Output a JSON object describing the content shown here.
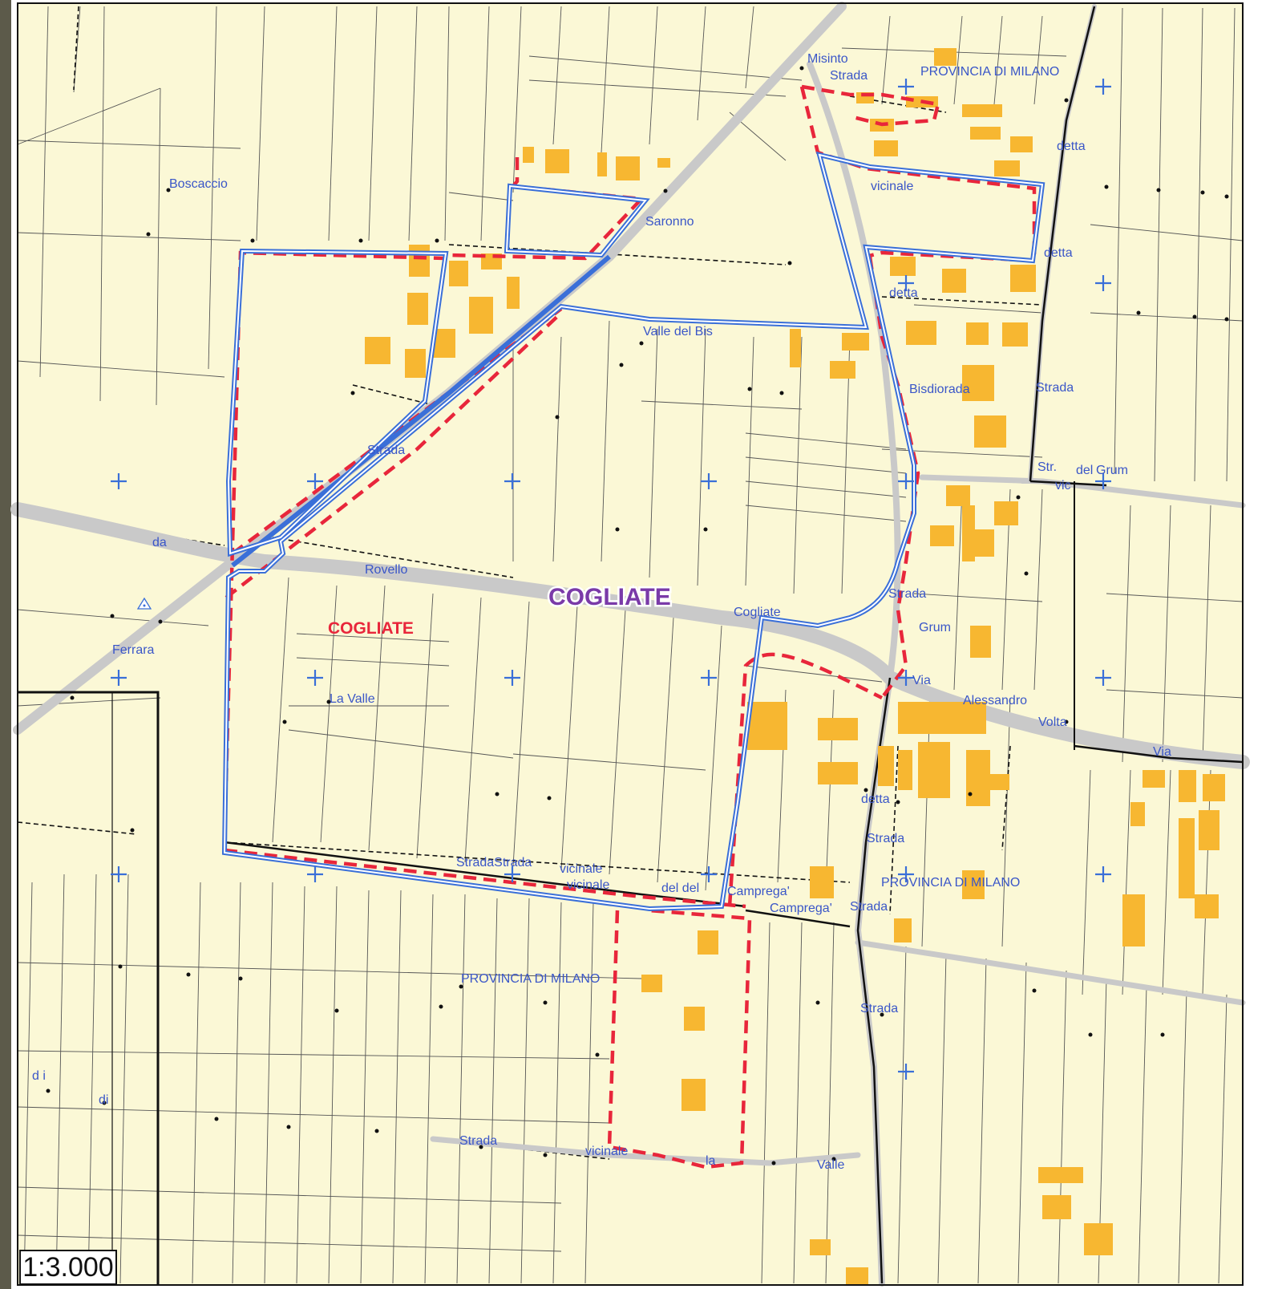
{
  "map": {
    "scale": "1:3.000",
    "colors": {
      "background": "#fbf8d6",
      "building": "#f7b731",
      "road": "#c9c9c9",
      "boundary_blue": "#3a6fd8",
      "boundary_red": "#e8263b",
      "label": "#3a56c8",
      "town_label": "#7a3aa8"
    },
    "labels": {
      "misinto": "Misinto",
      "strada": "Strada",
      "provincia_di_milano": "PROVINCIA DI MILANO",
      "detta": "detta",
      "vicinale": "vicinale",
      "boscaccio": "Boscaccio",
      "saronno": "Saronno",
      "valle_del_bis": "Valle del Bis",
      "bisdiorada": "Bisdiorada",
      "str": "Str.",
      "del": "del",
      "grum": "Grum",
      "vic": "vic",
      "da": "da",
      "rovello": "Rovello",
      "cogliate_town": "COGLIATE",
      "cogliate_area": "COGLIATE",
      "cogliate": "Cogliate",
      "ferrara": "Ferrara",
      "la_valle": "La Valle",
      "via": "Via",
      "alessandro": "Alessandro",
      "volta": "Volta",
      "strada_strada": "StradaStrada",
      "vicinale_2": "vicinale",
      "del_del": "del del",
      "camprega": "Camprega'",
      "di": "di",
      "d_i": "d i",
      "strada_bottom": "Strada",
      "la": "la",
      "valle": "Valle"
    }
  }
}
